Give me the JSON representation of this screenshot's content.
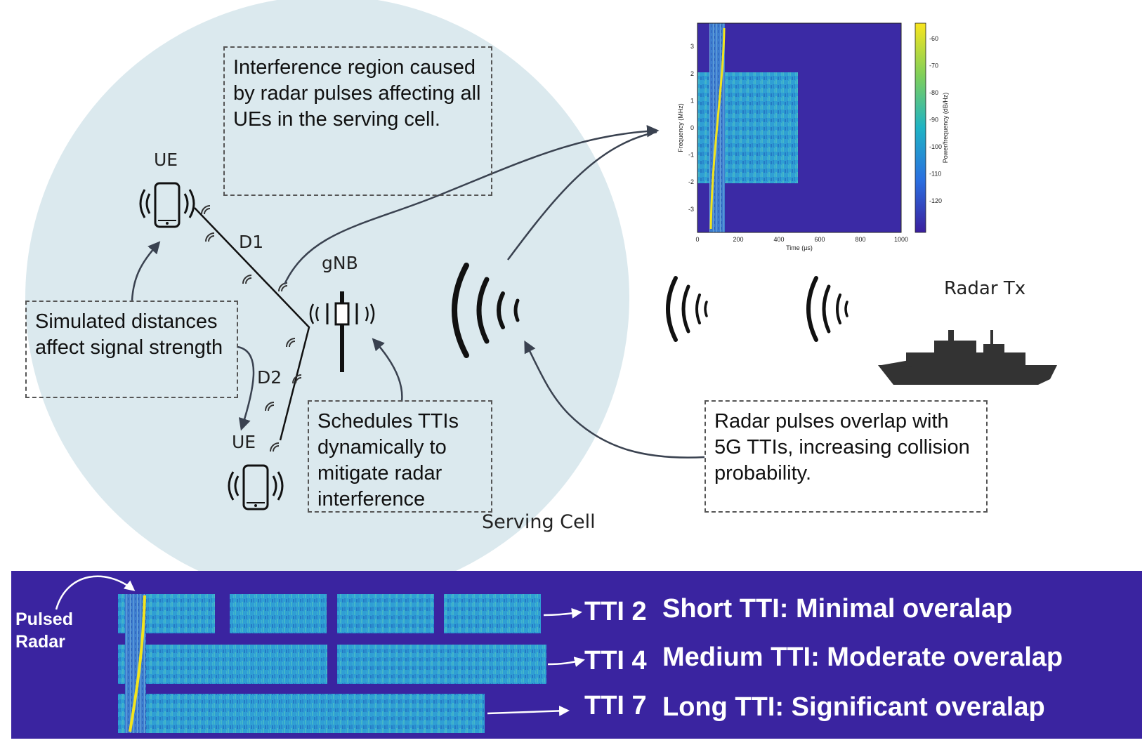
{
  "annotations": {
    "interference": "Interference region caused by radar pulses affecting all UEs in the serving cell.",
    "simulated": "Simulated distances affect signal strength",
    "schedules": "Schedules TTIs dynamically to mitigate radar interference",
    "overlap": "Radar pulses overlap with 5G TTIs, increasing collision probability."
  },
  "labels": {
    "ue_top": "UE",
    "ue_bottom": "UE",
    "d1": "D1",
    "d2": "D2",
    "gnb": "gNB",
    "radar_tx": "Radar Tx",
    "serving_cell": "Serving Cell"
  },
  "spectrogram": {
    "xlabel": "Time (µs)",
    "ylabel": "Frequency (MHz)",
    "colorbar_label": "Power/frequency (dB/Hz)",
    "x_ticks": [
      "0",
      "200",
      "400",
      "600",
      "800",
      "1000"
    ],
    "y_ticks": [
      "3",
      "2",
      "1",
      "0",
      "-1",
      "-2",
      "-3"
    ],
    "cb_ticks": [
      "-60",
      "-70",
      "-80",
      "-90",
      "-100",
      "-110",
      "-120"
    ]
  },
  "panel": {
    "pulsed_radar": "Pulsed Radar",
    "rows": [
      {
        "tti": "TTI 2",
        "desc": "Short TTI: Minimal overalap"
      },
      {
        "tti": "TTI 4",
        "desc": "Medium TTI: Moderate overalap"
      },
      {
        "tti": "TTI 7",
        "desc": "Long TTI: Significant overalap"
      }
    ]
  },
  "colors": {
    "cell_fill": "#dbe9ee",
    "panel_bg": "#3a24a0",
    "spec_bg": "#3b2aa5",
    "signal": "#2fa3d6",
    "chirp": "#f3e51c"
  },
  "icons": [
    "phone-icon",
    "antenna-tower-icon",
    "wifi-signal-icon",
    "radar-wave-icon",
    "ship-icon"
  ]
}
